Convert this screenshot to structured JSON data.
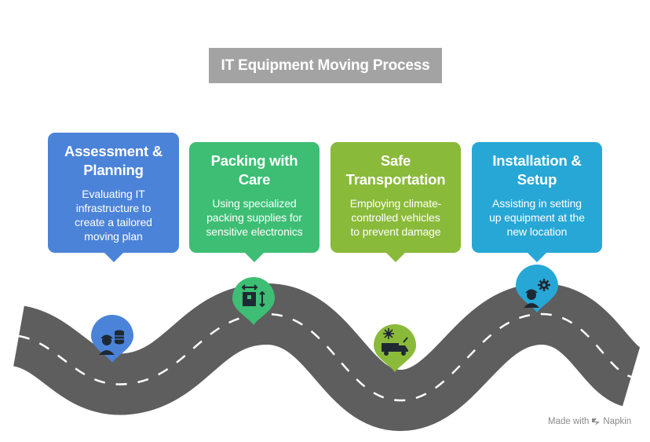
{
  "title": "IT Equipment Moving Process",
  "stages": [
    {
      "title": "Assessment &\nPlanning",
      "description": "Evaluating IT\ninfrastructure to\ncreate a tailored\nmoving plan",
      "color": "#4b83d9",
      "icon": "worker-with-database-icon"
    },
    {
      "title": "Packing with\nCare",
      "description": "Using specialized\npacking supplies for\nsensitive electronics",
      "color": "#3dbe74",
      "icon": "box-with-measurements-icon"
    },
    {
      "title": "Safe\nTransportation",
      "description": "Employing climate-\ncontrolled vehicles\nto prevent damage",
      "color": "#8aba3a",
      "icon": "climate-controlled-vehicle-icon"
    },
    {
      "title": "Installation &\nSetup",
      "description": "Assisting in setting\nup equipment at the\nnew location",
      "color": "#27a7d6",
      "icon": "worker-with-gear-icon"
    }
  ],
  "footer": {
    "made_with": "Made with",
    "brand": "Napkin"
  }
}
